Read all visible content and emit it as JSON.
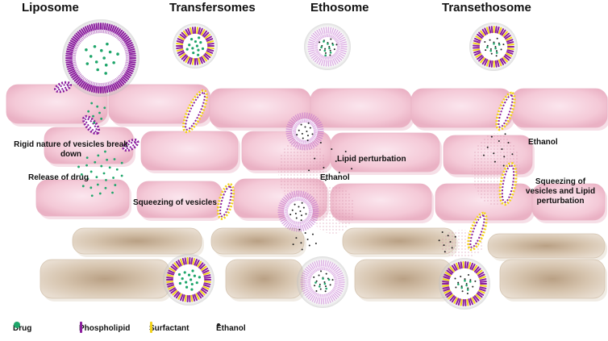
{
  "titles": {
    "liposome": "Liposome",
    "transfersomes": "Transfersomes",
    "ethosome": "Ethosome",
    "transethosome": "Transethosome"
  },
  "annotations": {
    "rigid_nature": "Rigid nature of vesicles break down",
    "release_of_drug": "Release of drug",
    "squeezing_of_vesicles": "Squeezing of vesicles",
    "lipid_perturbation": "Lipid perturbation",
    "ethanol_mid": "Ethanol",
    "ethanol_right": "Ethanol",
    "squeezing_and_lipid": "Squeezing of vesicles and Lipid perturbation"
  },
  "legend": {
    "drug": "Drug",
    "phospholipid": "Phospholipid",
    "surfactant": "Surfactant",
    "ethanol": "Ethanol"
  },
  "colors": {
    "phospholipid": "#8b1f9e",
    "surfactant": "#f2d21a",
    "drug": "#1fa66b",
    "ethanol": "#222222",
    "cell_pink": "#f6d3de",
    "cell_tan": "#c9b39a"
  }
}
